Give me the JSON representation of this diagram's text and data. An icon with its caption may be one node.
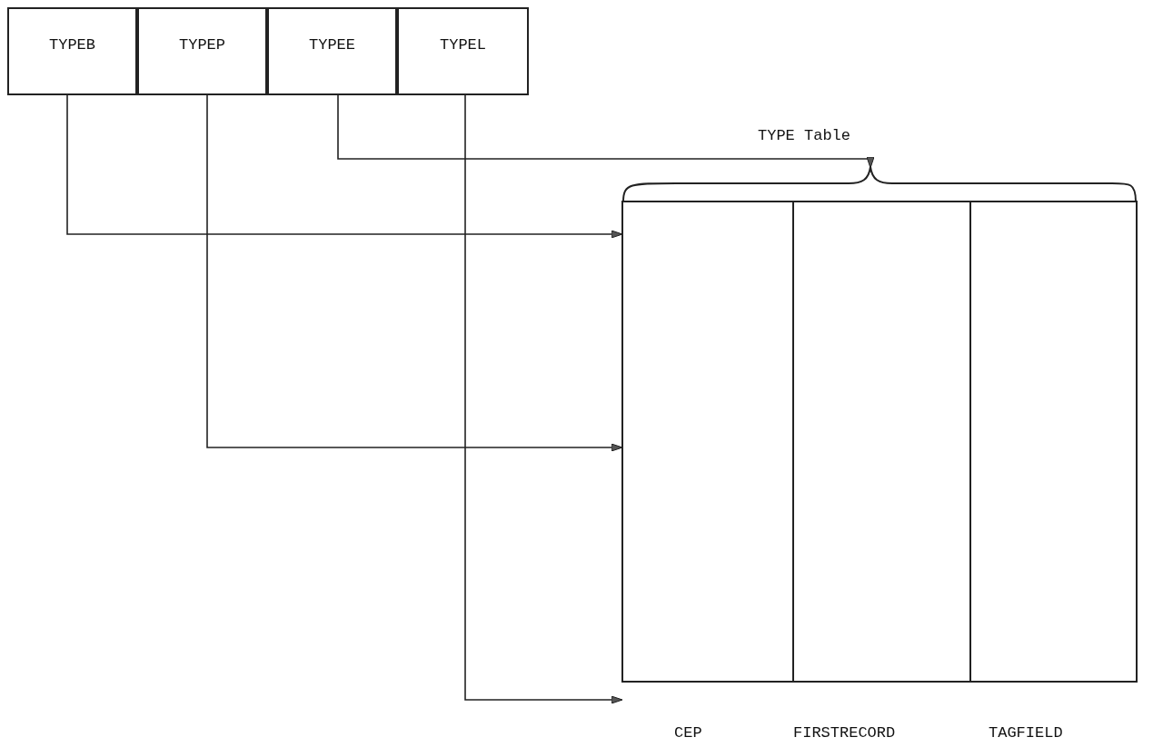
{
  "diagram": {
    "nodes": [
      {
        "text": [
          "TYPEB"
        ]
      },
      {
        "text": [
          "TYPEP"
        ]
      },
      {
        "text": [
          "TYPEE"
        ]
      },
      {
        "text": [
          "TYPEL"
        ]
      },
      {
        "text": [
          "TYPE Table"
        ]
      }
    ],
    "edges": [
      {
        "from": 0,
        "to": 4,
        "arrow": "to"
      },
      {
        "from": 1,
        "to": 4,
        "arrow": "to"
      },
      {
        "from": 2,
        "to": 4,
        "arrow": "to"
      },
      {
        "from": 3,
        "to": 4,
        "arrow": "to"
      }
    ],
    "labels": [
      "CEP",
      "FIRSTRECORD",
      "TAGFIELD"
    ]
  }
}
